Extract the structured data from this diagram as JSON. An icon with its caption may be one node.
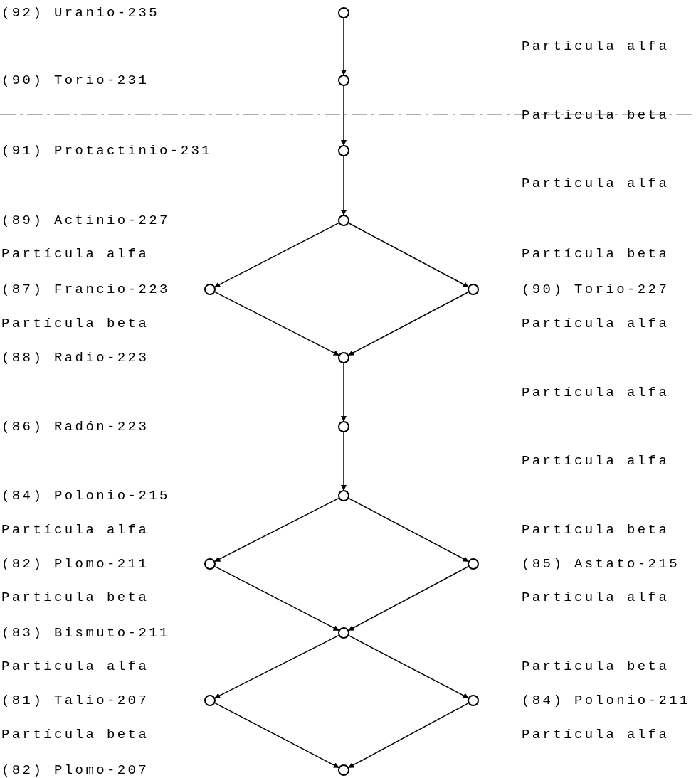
{
  "diagram": {
    "nodes": [
      {
        "text": [],
        "shape": "circle"
      },
      {
        "text": [],
        "shape": "circle"
      },
      {
        "text": [],
        "shape": "circle"
      },
      {
        "text": [],
        "shape": "circle"
      },
      {
        "text": [],
        "shape": "circle",
        "beside": [
          "(87) Francio-223"
        ]
      },
      {
        "text": [],
        "shape": "circle",
        "beside": [
          "(90) Torio-227"
        ]
      },
      {
        "text": [],
        "shape": "circle"
      },
      {
        "text": [],
        "shape": "circle"
      },
      {
        "text": [],
        "shape": "circle"
      },
      {
        "text": [],
        "shape": "circle"
      },
      {
        "text": [],
        "shape": "circle",
        "beside": [
          "(85) Astato-215"
        ]
      },
      {
        "text": [],
        "shape": "circle"
      },
      {
        "text": [],
        "shape": "circle"
      },
      {
        "text": [],
        "shape": "circle",
        "beside": [
          "(84) Polonio-211"
        ]
      },
      {
        "text": [],
        "shape": "circle"
      }
    ],
    "edges": [
      {
        "from": 0,
        "to": 1,
        "arrow": "to"
      },
      {
        "from": 1,
        "to": 2,
        "arrow": "to"
      },
      {
        "from": 2,
        "to": 3,
        "arrow": "to"
      },
      {
        "from": 3,
        "to": 4,
        "arrow": "to"
      },
      {
        "from": 3,
        "to": 5,
        "arrow": "to"
      },
      {
        "from": 4,
        "to": 6,
        "arrow": "to"
      },
      {
        "from": 5,
        "to": 6,
        "arrow": "to"
      },
      {
        "from": 6,
        "to": 7,
        "arrow": "to"
      },
      {
        "from": 7,
        "to": 8,
        "arrow": "to"
      },
      {
        "from": 8,
        "to": 9,
        "arrow": "to"
      },
      {
        "from": 8,
        "to": 10,
        "arrow": "to"
      },
      {
        "from": 9,
        "to": 11,
        "arrow": "to"
      },
      {
        "from": 10,
        "to": 11,
        "arrow": "to"
      },
      {
        "from": 11,
        "to": 12,
        "arrow": "to"
      },
      {
        "from": 11,
        "to": 13,
        "arrow": "to"
      },
      {
        "from": 12,
        "to": 14,
        "arrow": "to"
      },
      {
        "from": 13,
        "to": 14,
        "arrow": "to"
      }
    ],
    "labels": [
      "(92) Uranio-235",
      "Partícula alfa",
      "(90) Torio-231",
      "Partícula beta",
      "(91) Protactinio-231",
      "Partícula alfa",
      "(89) Actinio-227",
      "Partícula alfa",
      "Partícula beta",
      "Partícula beta",
      "Partícula alfa",
      "(88) Radio-223",
      "Partícula alfa",
      "(86) Radón-223",
      "Partícula alfa",
      "(84) Polonio-215",
      "Partícula alfa",
      "Partícula beta",
      "(82) Plomo-211",
      "Partícula beta",
      "Partícula alfa",
      "(83) Bismuto-211",
      "Partícula alfa",
      "Particula beta",
      "(81) Talio-207",
      "Partícula beta",
      "Partícula alfa",
      "(82) Plomo-207"
    ]
  }
}
